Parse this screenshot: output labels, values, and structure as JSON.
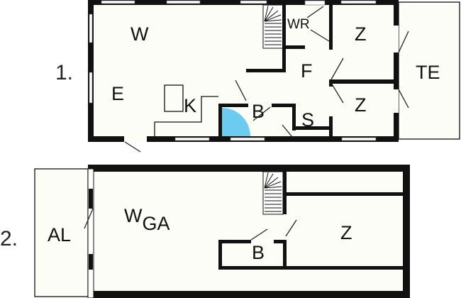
{
  "floors": [
    {
      "number": "1.",
      "rooms": {
        "living": "W",
        "dining": "E",
        "kitchen": "K",
        "bath": "B",
        "shower": "S",
        "hall": "F",
        "bedroom_top": "Z",
        "bedroom_bottom": "Z",
        "terrace": "TE",
        "wc": "WR"
      }
    },
    {
      "number": "2.",
      "rooms": {
        "gallery_main": "W",
        "gallery_sub": "GA",
        "balcony": "AL",
        "bath": "B",
        "bedroom": "Z"
      }
    }
  ],
  "colors": {
    "shower_tray": "#6ccbf0",
    "wall": "#111111",
    "floor": "#fdfdf8"
  }
}
